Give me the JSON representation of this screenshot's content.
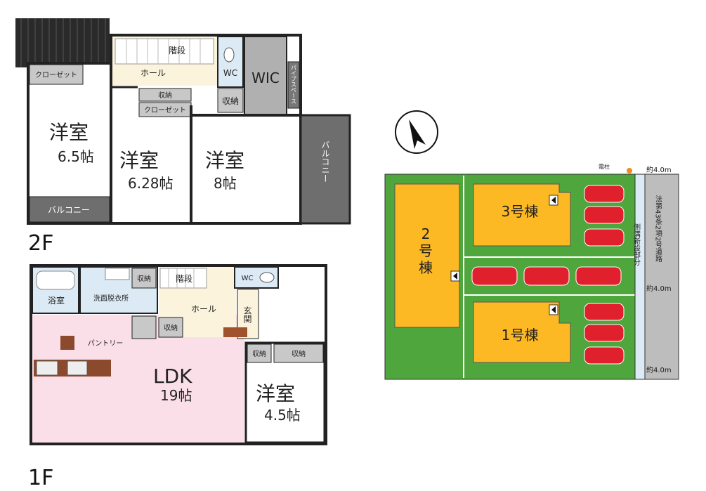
{
  "floor2": {
    "label": "2F",
    "rooms": {
      "closet_left": "クローゼット",
      "hall": "ホール",
      "stairs": "階段",
      "wc": "WC",
      "wic": "WIC",
      "pipe_space": "パイプスペース",
      "storage_top": "収納",
      "closet_mid": "クローゼット",
      "storage_right": "収納",
      "room1_name": "洋室",
      "room1_size": "6.5帖",
      "room2_name": "洋室",
      "room2_size": "6.28帖",
      "room3_name": "洋室",
      "room3_size": "8帖",
      "balcony_bottom": "バルコニー",
      "balcony_right": "バルコニー"
    }
  },
  "floor1": {
    "label": "1F",
    "rooms": {
      "storage_a": "収納",
      "stairs": "階段",
      "wc": "WC",
      "bath": "浴室",
      "washroom": "洗面脱衣所",
      "hall": "ホール",
      "entrance": "玄関",
      "pantry": "パントリー",
      "storage_b": "収納",
      "storage_c": "収納",
      "storage_d": "収納",
      "ldk_name": "LDK",
      "ldk_size": "19帖",
      "room_name": "洋室",
      "room_size": "4.5帖"
    }
  },
  "site": {
    "pole": "電柱",
    "road_label": [
      "法",
      "第",
      "43",
      "条",
      "2",
      "項",
      "2",
      "号",
      "道",
      "路"
    ],
    "drain_label": [
      "側",
      "溝",
      "新",
      "設",
      "部",
      "分"
    ],
    "width_top": "約4.0m",
    "width_mid": "約4.0m",
    "width_bot": "約4.0m",
    "building1": "1号棟",
    "building2": [
      "2",
      "号",
      "棟"
    ],
    "building3": "3号棟"
  },
  "colors": {
    "lot_green": "#4fa63c",
    "building_yellow": "#fdb924",
    "car_red": "#e0202c",
    "road_grey": "#bdbdbd",
    "ldk_pink": "#fbdfe8",
    "hall_beige": "#fbf3dc",
    "dark_grey": "#6e6e6e",
    "light_grey": "#d4d4d4"
  },
  "icons": [
    "north-arrow-icon",
    "entrance-marker-icon",
    "car-icon",
    "utility-pole-icon"
  ]
}
